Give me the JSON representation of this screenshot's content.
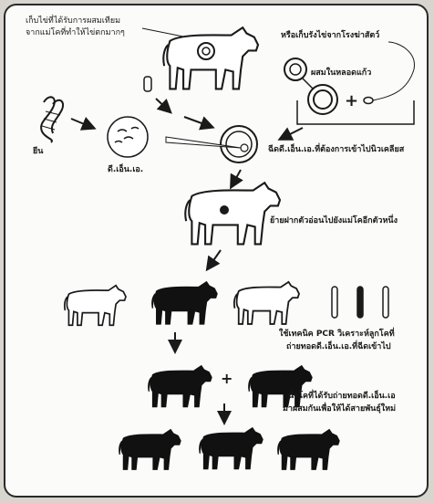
{
  "labels": {
    "collect_eggs_line1": "เก็บไข่ที่ได้รับการผสมเทียม",
    "collect_eggs_line2": "จากแม่โคที่ทำให้ไข่ตกมากๆ",
    "slaughter_ovary": "หรือเก็บรังไข่จากโรงฆ่าสัตว์",
    "in_vitro": "ผสมในหลอดแก้ว",
    "gene": "ยีน",
    "dna": "ดี.เอ็น.เอ.",
    "inject": "ฉีดดี.เอ็น.เอ.ที่ต้องการเข้าไปนิวเคลียส",
    "transfer": "ย้ายฝากตัวอ่อนไปยังแม่โคอีกตัวหนึ่ง",
    "pcr_line1": "ใช้เทคนิค PCR วิเคราะห์ลูกโคที่",
    "pcr_line2": "ถ่ายทอดดี.เอ็น.เอ.ที่ฉีดเข้าไป",
    "mate_line1": "นำโคที่ได้รับถ่ายทอดดี.เอ็น.เอ",
    "mate_line2": "มาผสมกันเพื่อให้ได้สายพันธุ์ใหม่",
    "plus": "+"
  },
  "colors": {
    "ink": "#1a1a1a",
    "paper": "#fbfbfa",
    "background": "#d8d5cf"
  },
  "icons": [
    "cow-outline-icon",
    "cow-black-icon",
    "chromosome-icon",
    "petri-dish-icon",
    "egg-cell-icon",
    "sperm-icon",
    "vial-icon",
    "syringe-icon",
    "arrow-icon",
    "pcr-gel-icon"
  ]
}
